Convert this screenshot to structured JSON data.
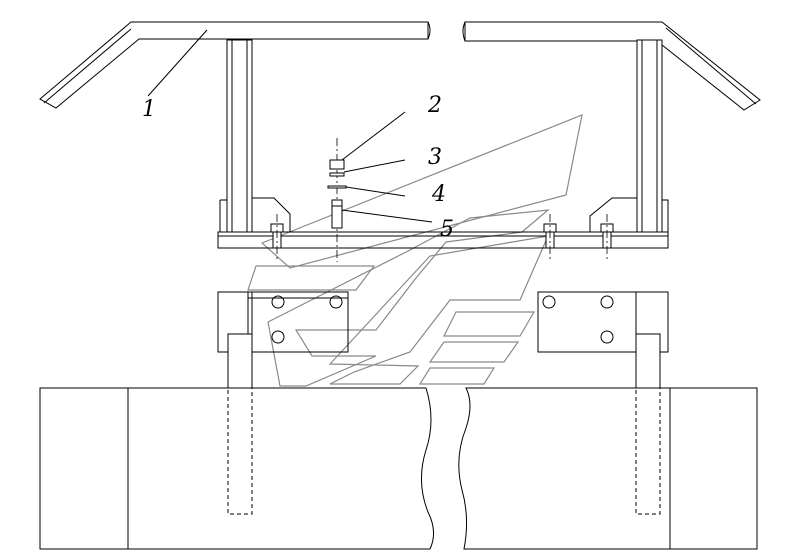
{
  "drawing": {
    "callouts": [
      {
        "id": "1",
        "label": "1"
      },
      {
        "id": "2",
        "label": "2"
      },
      {
        "id": "3",
        "label": "3"
      },
      {
        "id": "4",
        "label": "4"
      },
      {
        "id": "5",
        "label": "5"
      }
    ],
    "colors": {
      "line": "#000000",
      "logo_outline": "#8a8a8a",
      "background": "#ffffff"
    }
  }
}
